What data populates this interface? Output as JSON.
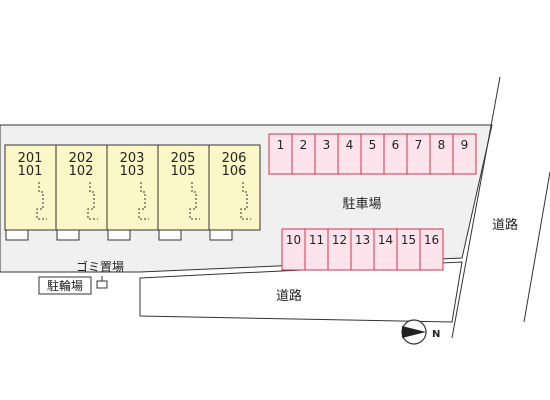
{
  "units": [
    {
      "upper": "201",
      "lower": "101"
    },
    {
      "upper": "202",
      "lower": "102"
    },
    {
      "upper": "203",
      "lower": "103"
    },
    {
      "upper": "205",
      "lower": "105"
    },
    {
      "upper": "206",
      "lower": "106"
    }
  ],
  "parking": {
    "label": "駐車場",
    "top_row": [
      "1",
      "2",
      "3",
      "4",
      "5",
      "6",
      "7",
      "8",
      "9"
    ],
    "bottom_row": [
      "10",
      "11",
      "12",
      "13",
      "14",
      "15",
      "16"
    ],
    "fill_color": "#fde3ec",
    "stroke_color": "#d9304a"
  },
  "labels": {
    "garbage": "ゴミ置場",
    "bicycle": "駐輪場",
    "road_bottom": "道路",
    "road_right": "道路",
    "compass": "N"
  },
  "colors": {
    "building_fill": "#fbf7c7",
    "site_fill": "#f0f0f0",
    "line": "#333333"
  }
}
